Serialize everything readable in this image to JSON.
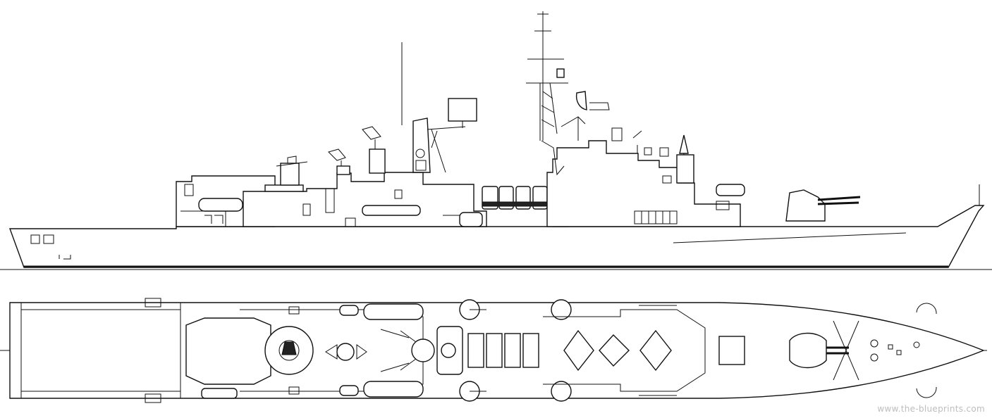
{
  "figure": {
    "views": [
      "side-profile",
      "top-plan"
    ]
  },
  "watermark": {
    "text": "www.the-blueprints.com"
  }
}
